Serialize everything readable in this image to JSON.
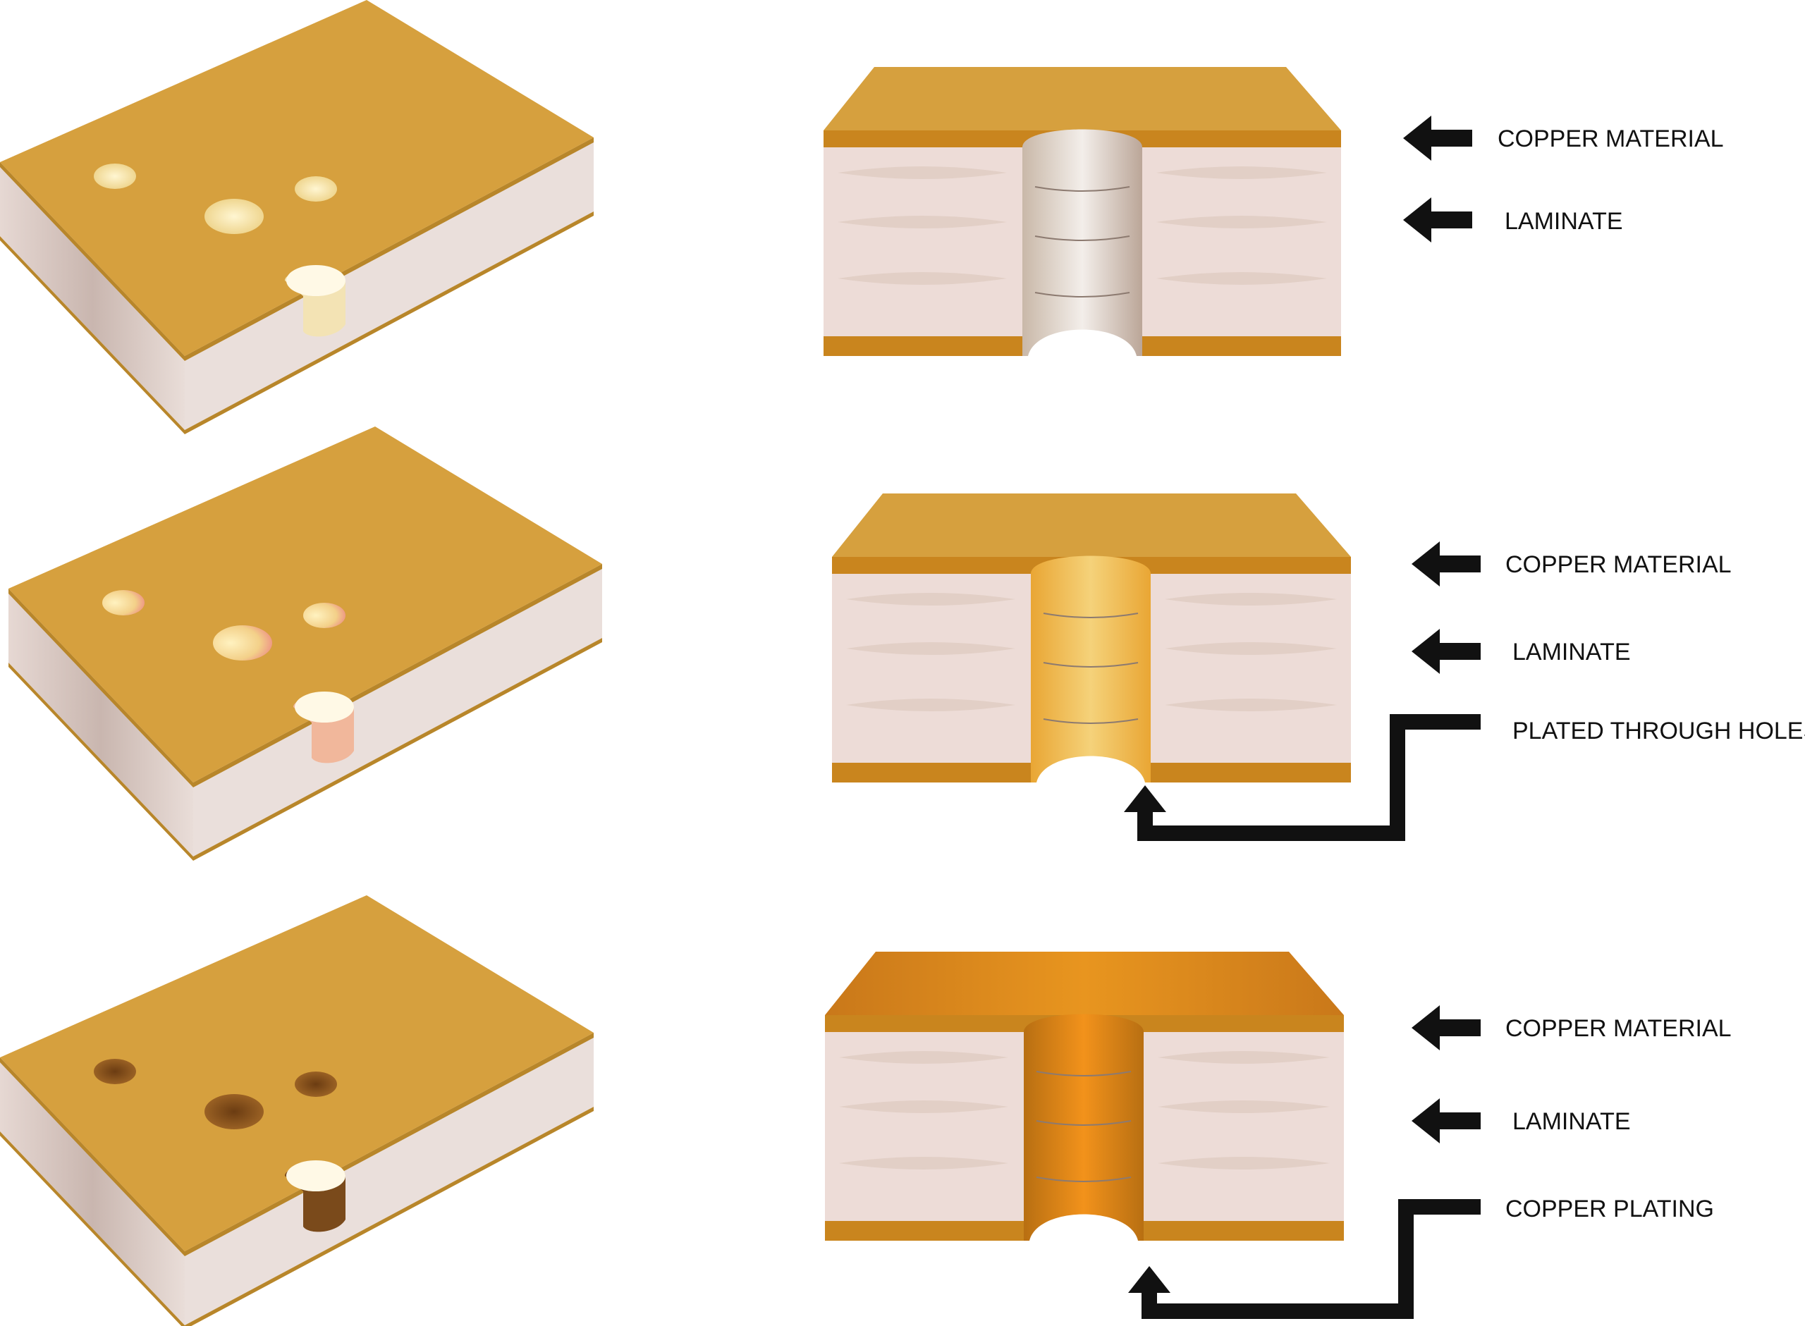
{
  "colors": {
    "copper": "#D6A03E",
    "copper_edge": "#B8862A",
    "copper_dark": "#C9851E",
    "copper_plated": "#E8951F",
    "laminate": "#EDDCD7",
    "laminate_side": "#D9C8C2",
    "arrow": "#111111"
  },
  "panels": [
    {
      "stage": "drilled",
      "hole_style": "plain",
      "labels": [
        "COPPER MATERIAL",
        "LAMINATE"
      ]
    },
    {
      "stage": "plated-through",
      "hole_style": "plated",
      "labels": [
        "COPPER MATERIAL",
        "LAMINATE",
        "PLATED THROUGH HOLES"
      ]
    },
    {
      "stage": "copper-plated",
      "hole_style": "copper",
      "labels": [
        "COPPER MATERIAL",
        "LAMINATE",
        "COPPER PLATING"
      ]
    }
  ]
}
